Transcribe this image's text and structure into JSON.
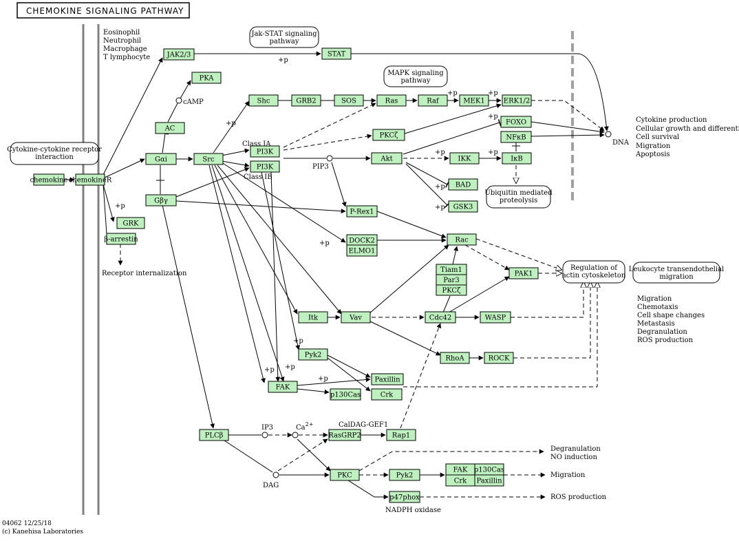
{
  "title": "CHEMOKINE SIGNALING PATHWAY",
  "cell_types": [
    "Eosinophil",
    "Neutrophil",
    "Macrophage",
    "T lymphocyte"
  ],
  "footer": {
    "id_date": "04062 12/25/18",
    "copyright": "(c) Kanehisa Laboratories"
  },
  "colors": {
    "gene_fill": "#bff0bf",
    "membrane": "#808080"
  },
  "nodes": [
    {
      "id": "chemokine",
      "label": "chemokine"
    },
    {
      "id": "chemokineR",
      "label": "chemokineR"
    },
    {
      "id": "grk",
      "label": "GRK"
    },
    {
      "id": "barrestin",
      "label": "β-arrestin"
    },
    {
      "id": "jak2",
      "label": "JAK2/3"
    },
    {
      "id": "stat",
      "label": "STAT"
    },
    {
      "id": "pka",
      "label": "PKA"
    },
    {
      "id": "ac",
      "label": "AC"
    },
    {
      "id": "gai",
      "label": "Gαi"
    },
    {
      "id": "gby",
      "label": "Gβγ"
    },
    {
      "id": "src",
      "label": "Src"
    },
    {
      "id": "shc",
      "label": "Shc"
    },
    {
      "id": "grb2",
      "label": "GRB2"
    },
    {
      "id": "sos",
      "label": "SOS"
    },
    {
      "id": "ras",
      "label": "Ras"
    },
    {
      "id": "raf",
      "label": "Raf"
    },
    {
      "id": "mek1",
      "label": "MEK1"
    },
    {
      "id": "erk",
      "label": "ERK1/2"
    },
    {
      "id": "pi3k_a",
      "label": "PI3K"
    },
    {
      "id": "pi3k_b",
      "label": "PI3K"
    },
    {
      "id": "pkcz1",
      "label": "PKCζ"
    },
    {
      "id": "akt",
      "label": "Akt"
    },
    {
      "id": "foxo",
      "label": "FOXO"
    },
    {
      "id": "nfkb",
      "label": "NFκB"
    },
    {
      "id": "ikk",
      "label": "IKK"
    },
    {
      "id": "ikb",
      "label": "IκB"
    },
    {
      "id": "bad",
      "label": "BAD"
    },
    {
      "id": "gsk3",
      "label": "GSK3"
    },
    {
      "id": "prex1",
      "label": "P-Rex1"
    },
    {
      "id": "dock2",
      "label": "DOCK2"
    },
    {
      "id": "elmo1",
      "label": "ELMO1"
    },
    {
      "id": "rac",
      "label": "Rac"
    },
    {
      "id": "tiam1",
      "label": "Tiam1"
    },
    {
      "id": "par3",
      "label": "Par3"
    },
    {
      "id": "pkcz2",
      "label": "PKCζ"
    },
    {
      "id": "pak1",
      "label": "PAK1"
    },
    {
      "id": "itk",
      "label": "Itk"
    },
    {
      "id": "vav",
      "label": "Vav"
    },
    {
      "id": "cdc42",
      "label": "Cdc42"
    },
    {
      "id": "wasp",
      "label": "WASP"
    },
    {
      "id": "rhoa",
      "label": "RhoA"
    },
    {
      "id": "rock",
      "label": "ROCK"
    },
    {
      "id": "pyk2",
      "label": "Pyk2"
    },
    {
      "id": "paxillin",
      "label": "Paxillin"
    },
    {
      "id": "fak",
      "label": "FAK"
    },
    {
      "id": "p130cas",
      "label": "p130Cas"
    },
    {
      "id": "crk",
      "label": "Crk"
    },
    {
      "id": "plcb",
      "label": "PLCβ"
    },
    {
      "id": "rasgrp2",
      "label": "RasGRP2"
    },
    {
      "id": "rap1",
      "label": "Rap1"
    },
    {
      "id": "pkc",
      "label": "PKC"
    },
    {
      "id": "pyk2b",
      "label": "Pyk2"
    },
    {
      "id": "fak2",
      "label": "FAK"
    },
    {
      "id": "p130cas2",
      "label": "p130Cas"
    },
    {
      "id": "crk2",
      "label": "Crk"
    },
    {
      "id": "paxillin2",
      "label": "Paxillin"
    },
    {
      "id": "p47phox",
      "label": "p47phox"
    }
  ],
  "pathways": [
    {
      "id": "jakstat",
      "lines": [
        "Jak-STAT signaling",
        "pathway"
      ]
    },
    {
      "id": "mapk",
      "lines": [
        "MAPK signaling",
        "pathway"
      ]
    },
    {
      "id": "cytokine",
      "lines": [
        "Cytokine-cytokine receptor",
        "interaction"
      ]
    },
    {
      "id": "ubiq",
      "lines": [
        "Ubiquitin mediated",
        "proteolysis"
      ]
    },
    {
      "id": "regulation",
      "lines": [
        "Regulation of",
        "actin cytoskeleton"
      ]
    },
    {
      "id": "leukocyte",
      "lines": [
        "Leukocyte transendothelial",
        "migration"
      ]
    }
  ],
  "outcomes": {
    "dna_effects": [
      "Cytokine production",
      "Cellular growth and differentiation",
      "Cell survival",
      "Migration",
      "Apoptosis"
    ],
    "cyto_effects": [
      "Migration",
      "Chemotaxis",
      "Cell shape changes",
      "Metastasis",
      "Degranulation",
      "ROS production"
    ],
    "degranulation": [
      "Degranulation",
      "NO induction"
    ],
    "migration": "Migration",
    "ros": "ROS production"
  },
  "labels": {
    "camp": "cAMP",
    "pip3": "PIP3",
    "class_ia": "Class IA",
    "class_ib": "Class IB",
    "dna": "DNA",
    "receptor_internalization": "Receptor internalization",
    "ip3": "IP3",
    "ca": "Ca",
    "ca_sup": "2+",
    "dag": "DAG",
    "caldag": "CalDAG-GEF1",
    "nadph": "NADPH oxidase",
    "plus_p": "+p"
  }
}
